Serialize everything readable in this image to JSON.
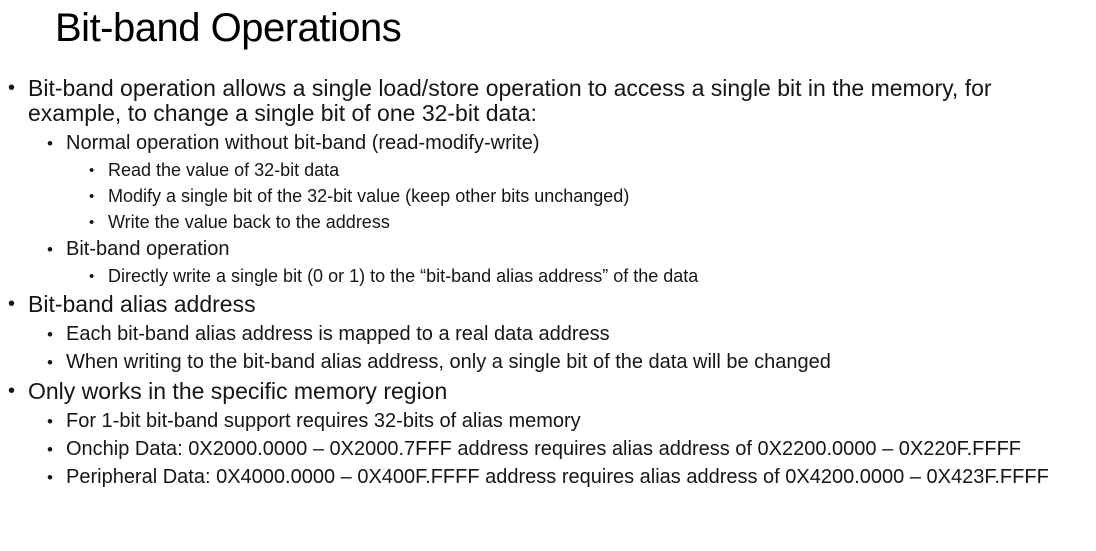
{
  "slide": {
    "title": "Bit-band Operations",
    "bullet_glyph": "•",
    "colors": {
      "background": "#ffffff",
      "title_text": "#000000",
      "body_text": "#15151c"
    },
    "bullets": [
      {
        "level": 1,
        "text": "Bit-band operation allows a single load/store operation to access a single bit in the memory, for example, to change a single bit of one 32-bit data:"
      },
      {
        "level": 2,
        "text": "Normal operation without bit-band (read-modify-write)"
      },
      {
        "level": 3,
        "text": "Read the value of 32-bit data"
      },
      {
        "level": 3,
        "text": "Modify a single bit of the 32-bit value (keep other bits unchanged)"
      },
      {
        "level": 3,
        "text": "Write the value back to the address"
      },
      {
        "level": 2,
        "text": "Bit-band operation"
      },
      {
        "level": 3,
        "text": "Directly write a single bit (0 or 1) to the “bit-band alias address” of the data"
      },
      {
        "level": 1,
        "text": "Bit-band alias address"
      },
      {
        "level": 2,
        "text": "Each bit-band alias address is mapped to a real data address"
      },
      {
        "level": 2,
        "text": "When writing to the bit-band alias address, only a single bit of the data will be changed"
      },
      {
        "level": 1,
        "text": "Only works in the specific memory region"
      },
      {
        "level": 2,
        "text": "For 1-bit bit-band support requires 32-bits of alias memory"
      },
      {
        "level": 2,
        "text": "Onchip Data: 0X2000.0000 – 0X2000.7FFF address requires alias address of 0X2200.0000 – 0X220F.FFFF"
      },
      {
        "level": 2,
        "text": "Peripheral Data: 0X4000.0000 – 0X400F.FFFF address requires alias address of 0X4200.0000 – 0X423F.FFFF"
      }
    ]
  }
}
